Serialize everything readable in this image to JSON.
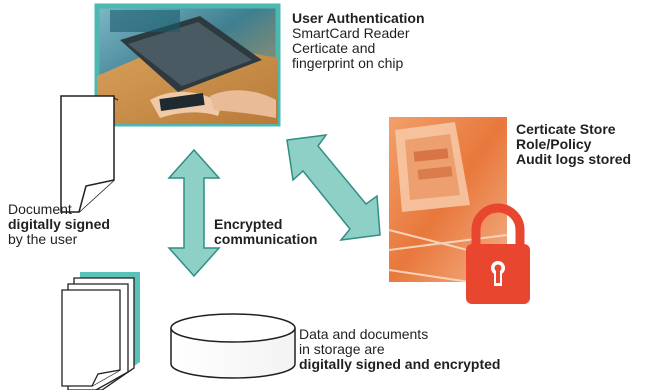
{
  "user_auth": {
    "title": "User Authentication",
    "lines": [
      "SmartCard Reader",
      "Certicate and",
      "fingerprint on chip"
    ]
  },
  "cert_store": {
    "lines": [
      "Certicate Store",
      "Role/Policy",
      "Audit logs stored"
    ]
  },
  "document": {
    "line1": "Document",
    "line2": "digitally signed",
    "line3": "by the user"
  },
  "communication": {
    "line1": "Encrypted",
    "line2": "communication"
  },
  "storage": {
    "line1": "Data and documents",
    "line2": "in storage are",
    "line3": "digitally signed and encrypted"
  },
  "colors": {
    "arrow_fill": "#8ecfc6",
    "arrow_stroke": "#2f8f86",
    "photo_border": "#4cb8b0",
    "lock_red": "#e8462f",
    "cert_orange": "#e86b30"
  }
}
